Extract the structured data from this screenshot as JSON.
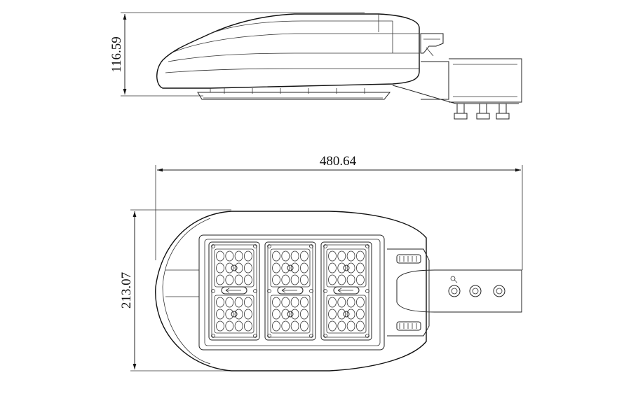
{
  "dimensions": {
    "side_height": "116.59",
    "overall_length": "480.64",
    "top_width": "213.07"
  },
  "views": [
    "side-view",
    "top-view"
  ]
}
